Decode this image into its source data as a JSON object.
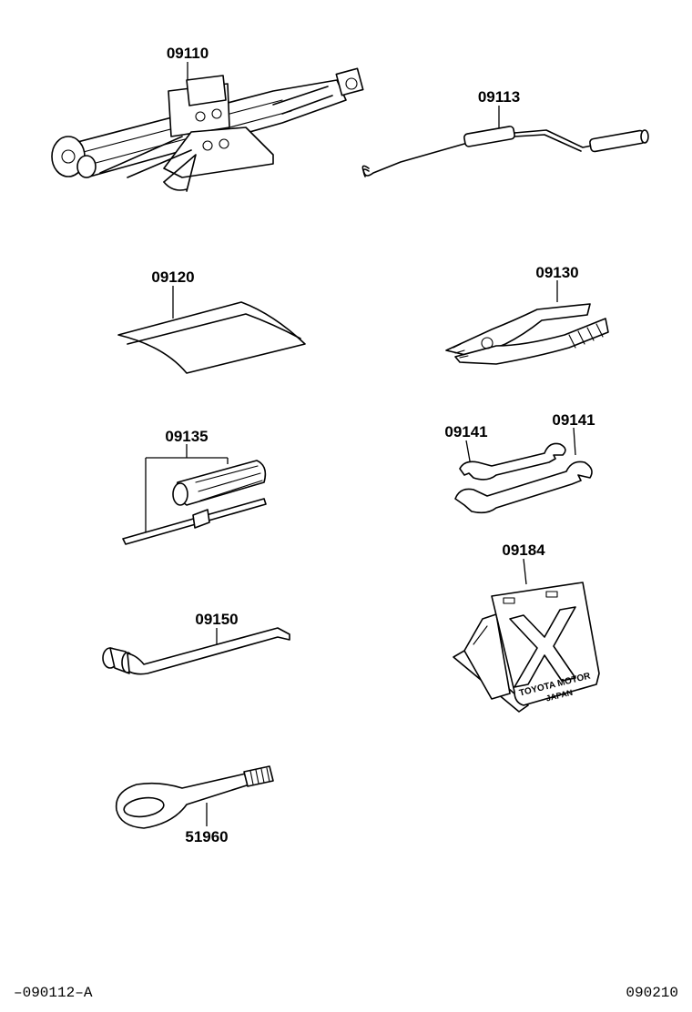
{
  "parts": {
    "jack": "09110",
    "handle": "09113",
    "bag": "09120",
    "pliers": "09130",
    "screwdriver": "09135",
    "wrench_left": "09141",
    "wrench_right": "09141",
    "chock": "09184",
    "lug_wrench": "09150",
    "towing_eye": "51960"
  },
  "chock_text": {
    "line1": "TOYOTA MOTOR",
    "line2": "JAPAN"
  },
  "footer": {
    "left": "–090112–A",
    "right": "090210"
  }
}
